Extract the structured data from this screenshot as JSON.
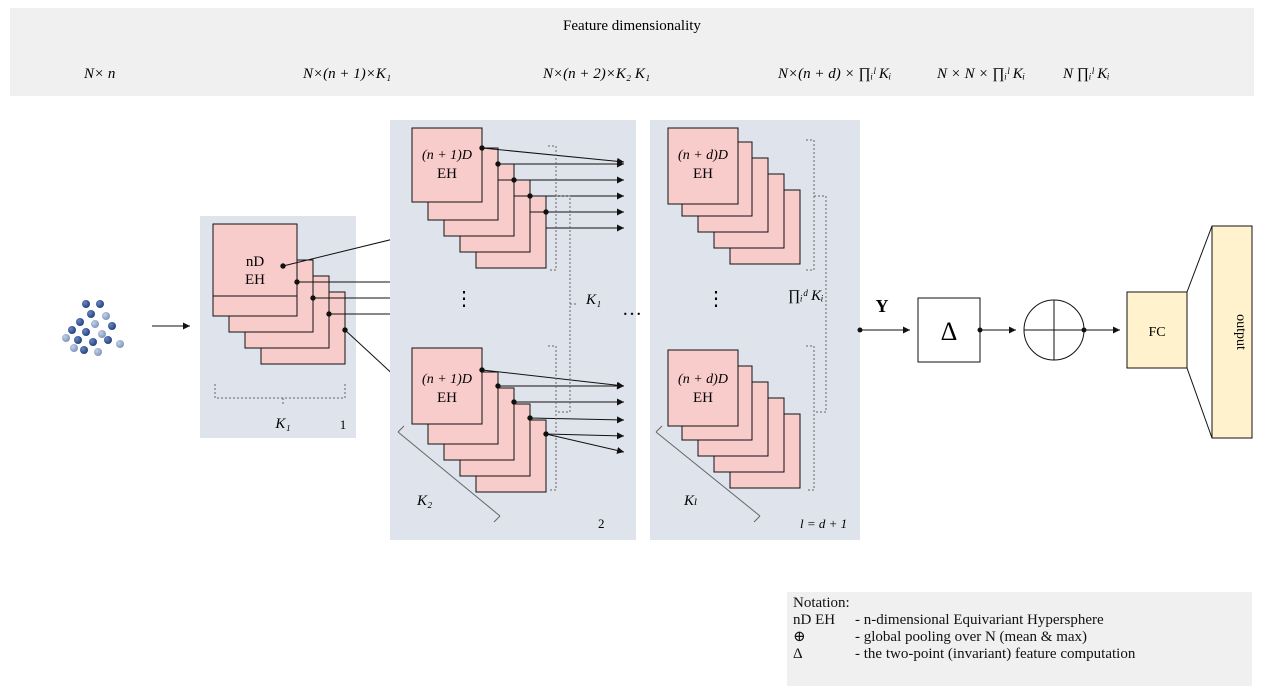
{
  "header": {
    "title": "Feature dimensionality",
    "dims": [
      "N× n",
      "N×(n + 1)×K₁",
      "N×(n + 2)×K₂ K₁",
      "N×(n + d) × ∏ᵢˡ Kᵢ",
      "N × N × ∏ᵢˡ Kᵢ",
      "N ∏ᵢˡ Kᵢ"
    ]
  },
  "blocks": {
    "block1": {
      "label": "nD\nEH",
      "label_top": "nD",
      "label_bottom": "EH",
      "k_label": "K₁",
      "index": "1"
    },
    "block2": {
      "label_top": "(n + 1)D",
      "label_bottom": "EH",
      "k1_label": "K₁",
      "k2_label": "K₂",
      "index": "2"
    },
    "blockl": {
      "label_top": "(n + d)D",
      "label_bottom": "EH",
      "kl_label": "Kₗ",
      "prod_label": "∏ᵢᵈ Kᵢ",
      "index": "l = d + 1"
    },
    "ellipsis_vertical": "⋮",
    "ellipsis_horizontal": "…"
  },
  "pipeline": {
    "y_label": "Y",
    "delta_label": "Δ",
    "pool_symbol": "⊕",
    "fc_label": "FC",
    "output_label": "output"
  },
  "legend": {
    "title": "Notation:",
    "rows": [
      {
        "sym": "nD EH",
        "desc": "- n-dimensional Equivariant Hypersphere"
      },
      {
        "sym": "⊕",
        "desc": "- global pooling over N (mean & max)"
      },
      {
        "sym": "Δ",
        "desc": "- the two-point  (invariant) feature computation"
      }
    ]
  },
  "colors": {
    "header_bg": "#f0f0f0",
    "panel_bg": "#dfe3ec",
    "card_fill": "#f9cccc",
    "fc_fill": "#fff2cc",
    "point_dark": "#1f3f7a",
    "point_light": "#7d93bd"
  }
}
